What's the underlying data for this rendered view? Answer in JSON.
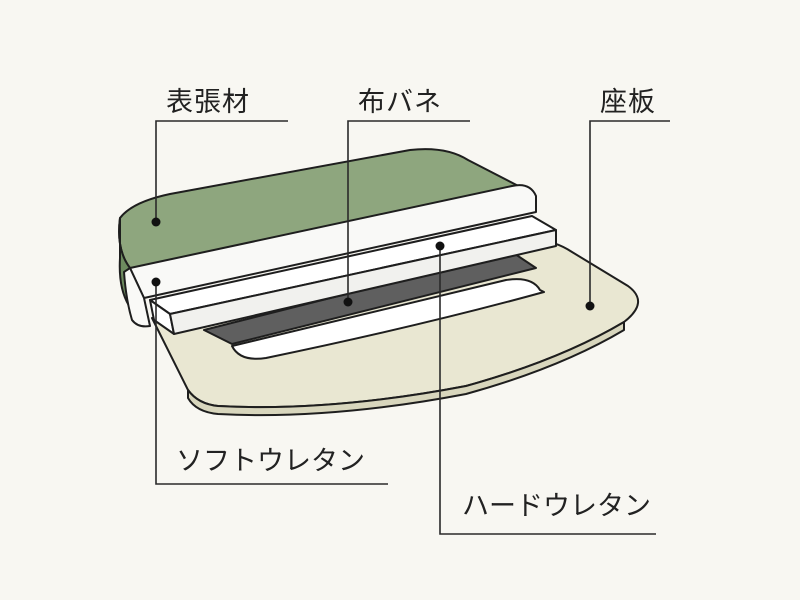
{
  "labels": {
    "upholstery": "表張材",
    "fabric_spring": "布バネ",
    "seat_board": "座板",
    "soft_urethane": "ソフトウレタン",
    "hard_urethane": "ハードウレタン"
  },
  "colors": {
    "background": "#f8f7f2",
    "upholstery_fabric": "#8ea67e",
    "upholstery_dark": "#6d8b5f",
    "soft_urethane": "#f9f9f7",
    "fabric_spring": "#5f5f5f",
    "hard_urethane": "#ffffff",
    "seat_board": "#e9e7d2",
    "outline": "#1e1e1e",
    "leader_line": "#2a2a2a"
  }
}
